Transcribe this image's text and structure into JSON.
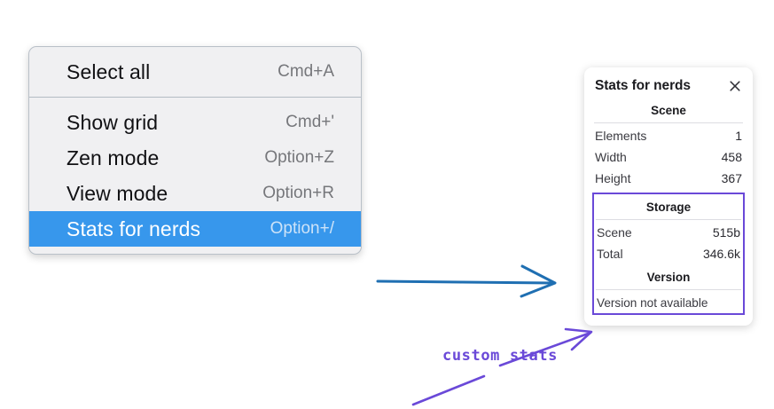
{
  "menu": {
    "sections": [
      {
        "items": [
          {
            "label": "Select all",
            "shortcut": "Cmd+A",
            "selected": false
          }
        ]
      },
      {
        "items": [
          {
            "label": "Show grid",
            "shortcut": "Cmd+'",
            "selected": false
          },
          {
            "label": "Zen mode",
            "shortcut": "Option+Z",
            "selected": false
          },
          {
            "label": "View mode",
            "shortcut": "Option+R",
            "selected": false
          },
          {
            "label": "Stats for nerds",
            "shortcut": "Option+/",
            "selected": true
          }
        ]
      }
    ],
    "selected_highlight_color": "#3797ec"
  },
  "stats_panel": {
    "title": "Stats for nerds",
    "close_icon": "close-icon",
    "scene": {
      "heading": "Scene",
      "rows": [
        {
          "label": "Elements",
          "value": "1"
        },
        {
          "label": "Width",
          "value": "458"
        },
        {
          "label": "Height",
          "value": "367"
        }
      ]
    },
    "storage": {
      "heading": "Storage",
      "rows": [
        {
          "label": "Scene",
          "value": "515b"
        },
        {
          "label": "Total",
          "value": "346.6k"
        }
      ]
    },
    "version": {
      "heading": "Version",
      "text": "Version not available"
    },
    "highlight_color": "#6a49d8"
  },
  "annotations": {
    "custom_stats_label": "custom stats",
    "blue_arrow_color": "#1f6fb2",
    "purple_color": "#6a49d8"
  }
}
